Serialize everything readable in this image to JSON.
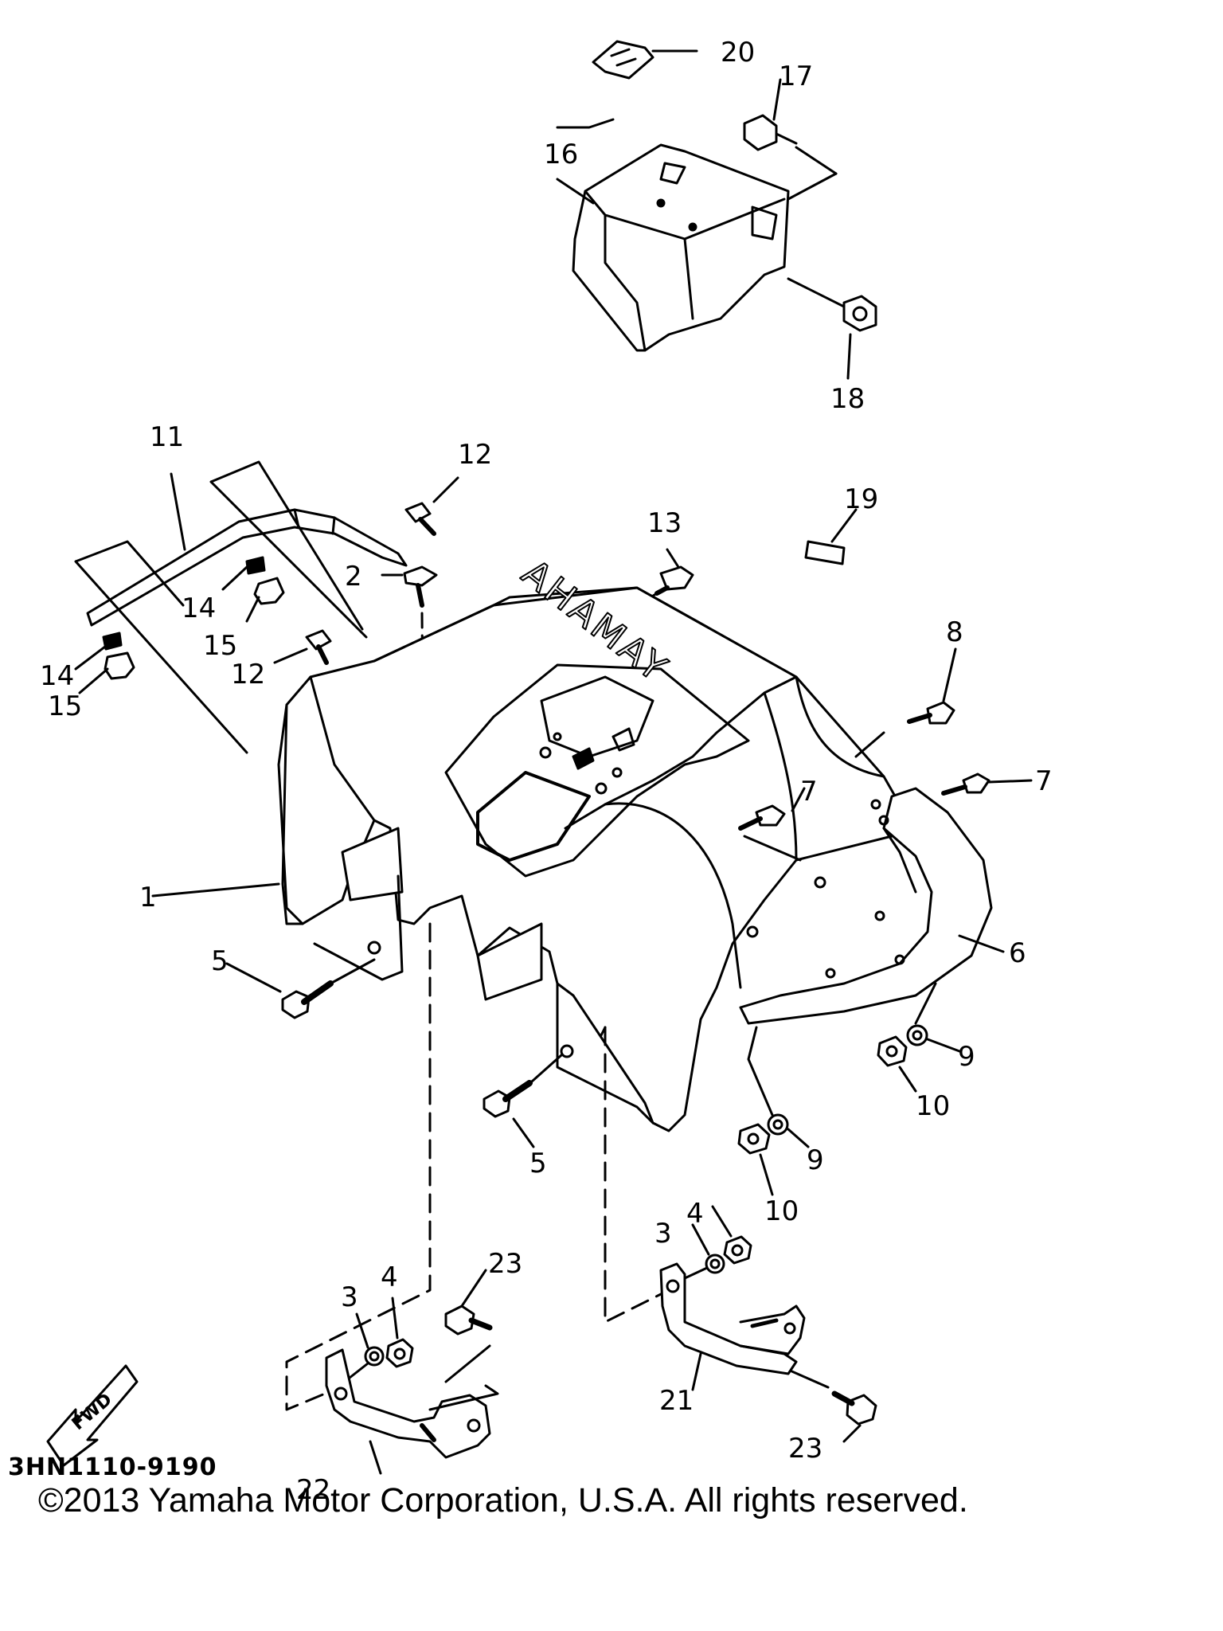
{
  "diagram": {
    "callouts": [
      "1",
      "2",
      "3",
      "3",
      "4",
      "4",
      "5",
      "5",
      "6",
      "7",
      "7",
      "8",
      "9",
      "9",
      "10",
      "10",
      "11",
      "12",
      "12",
      "13",
      "14",
      "14",
      "15",
      "15",
      "16",
      "17",
      "18",
      "19",
      "20",
      "21",
      "22",
      "23",
      "23"
    ],
    "part_code": "3HN1110-9190",
    "fwd_label": "FWD",
    "logo_text": "YAMAHA",
    "copyright": "©2013 Yamaha Motor Corporation, U.S.A. All rights reserved."
  }
}
